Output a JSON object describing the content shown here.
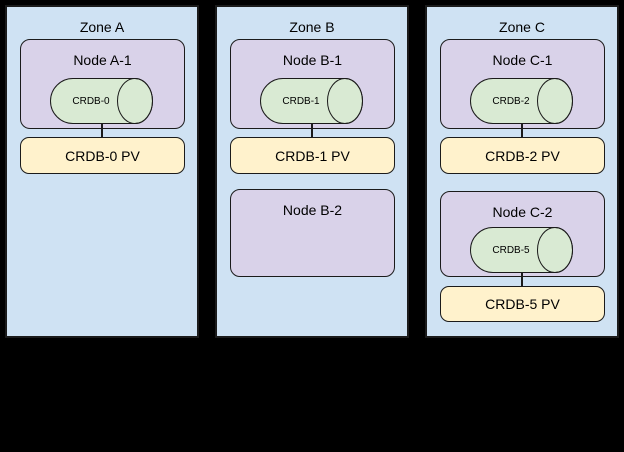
{
  "diagram": {
    "background": "#000000",
    "colors": {
      "background": "#000000",
      "zone_fill": "#cfe2f3",
      "node_fill": "#d9d2e9",
      "cylinder_fill": "#d9ead3",
      "pv_fill": "#fff2cc",
      "border": "#1b1b1b",
      "text": "#000000"
    },
    "zones": [
      {
        "label": "Zone A",
        "nodes": [
          {
            "label": "Node A-1",
            "cylinder": "CRDB-0",
            "pv": "CRDB-0 PV"
          }
        ]
      },
      {
        "label": "Zone B",
        "nodes": [
          {
            "label": "Node B-1",
            "cylinder": "CRDB-1",
            "pv": "CRDB-1 PV"
          },
          {
            "label": "Node B-2"
          }
        ]
      },
      {
        "label": "Zone C",
        "nodes": [
          {
            "label": "Node C-1",
            "cylinder": "CRDB-2",
            "pv": "CRDB-2 PV"
          },
          {
            "label": "Node C-2",
            "cylinder": "CRDB-5",
            "pv": "CRDB-5 PV"
          }
        ]
      }
    ]
  }
}
